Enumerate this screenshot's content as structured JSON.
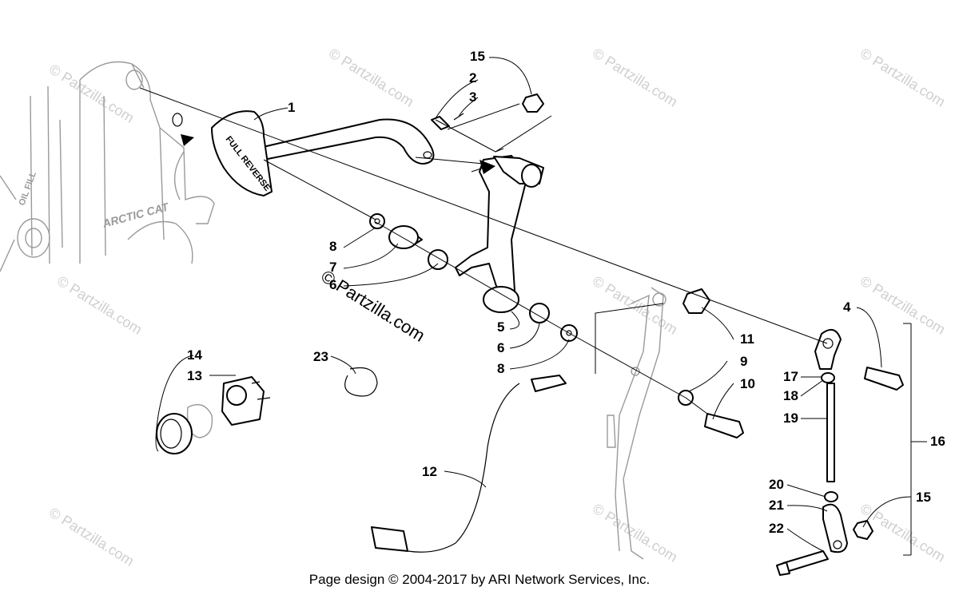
{
  "watermark": "© Partzilla.com",
  "center_watermark": "© Partzilla.com",
  "engine_labels": {
    "oil_fill": "OIL FILL",
    "brand": "ARCTIC CAT"
  },
  "pedal_label": "FULL REVERSE",
  "callouts": {
    "c1": "1",
    "c2": "2",
    "c3": "3",
    "c4": "4",
    "c5": "5",
    "c6a": "6",
    "c6b": "6",
    "c7": "7",
    "c8a": "8",
    "c8b": "8",
    "c9": "9",
    "c10": "10",
    "c11": "11",
    "c12": "12",
    "c13": "13",
    "c14": "14",
    "c15a": "15",
    "c15b": "15",
    "c16": "16",
    "c17": "17",
    "c18": "18",
    "c19": "19",
    "c20": "20",
    "c21": "21",
    "c22": "22",
    "c23": "23"
  },
  "footer": "Page design © 2004-2017 by ARI Network Services, Inc."
}
